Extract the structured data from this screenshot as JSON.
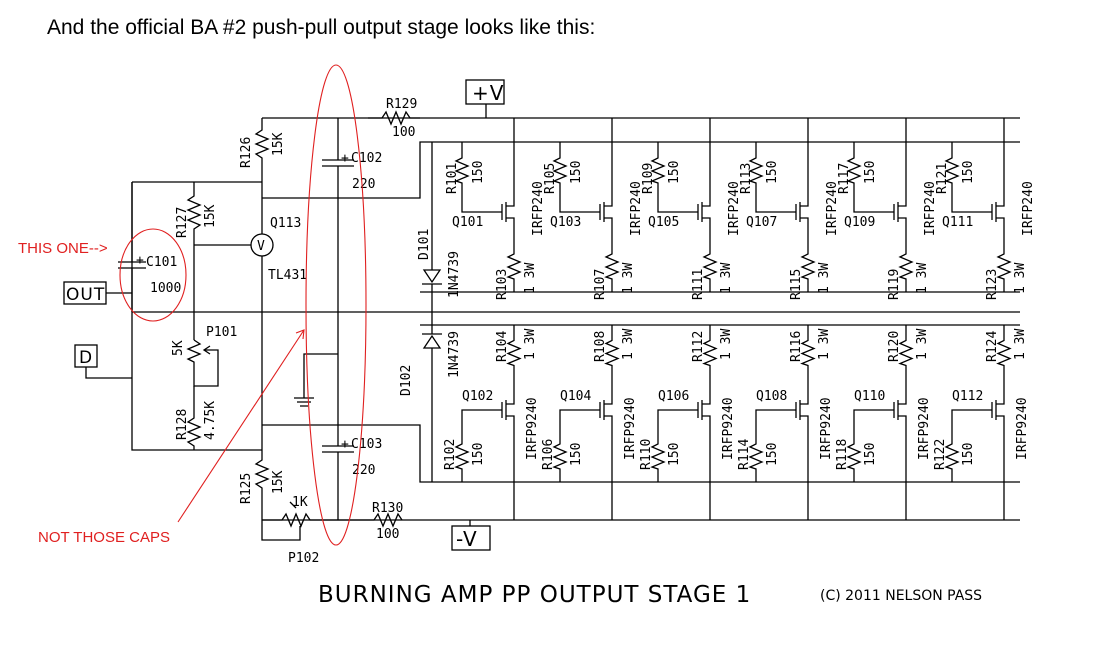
{
  "heading": "And the official BA #2 push-pull output stage looks like this:",
  "diagram": {
    "title": "BURNING AMP PP OUTPUT STAGE 1",
    "copyright": "(C) 2011 NELSON PASS",
    "annotations": {
      "this_one": "THIS ONE-->",
      "not_those": "NOT THOSE CAPS"
    },
    "ports": {
      "out": "OUT",
      "d": "D",
      "pos": "+V",
      "neg": "-V"
    },
    "parts": {
      "r129": "R129",
      "r129_val": "100",
      "r130": "R130",
      "r130_val": "100",
      "r126": "R126",
      "r126_val": "15K",
      "r125": "R125",
      "r125_val": "15K",
      "r127": "R127",
      "r127_val": "15K",
      "r128": "R128",
      "r128_val": "4.75K",
      "p101": "P101",
      "p101_val": "5K",
      "p102": "P102",
      "p102_val": "1K",
      "c101": "C101",
      "c101_val": "1000",
      "c102": "C102",
      "c102_val": "220",
      "c103": "C103",
      "c103_val": "220",
      "q113": "Q113",
      "tl431": "TL431",
      "d101": "D101",
      "d101_val": "1N4739",
      "d102": "D102",
      "d102_val": "1N4739",
      "plus": "+",
      "v_meter": "V"
    },
    "upper_stages": [
      {
        "gate_r": "R101",
        "gate_val": "150",
        "q": "Q101",
        "part": "IRFP240",
        "src_r": "R103",
        "src_val": "1 3W"
      },
      {
        "gate_r": "R105",
        "gate_val": "150",
        "q": "Q103",
        "part": "IRFP240",
        "src_r": "R107",
        "src_val": "1 3W"
      },
      {
        "gate_r": "R109",
        "gate_val": "150",
        "q": "Q105",
        "part": "IRFP240",
        "src_r": "R111",
        "src_val": "1 3W"
      },
      {
        "gate_r": "R113",
        "gate_val": "150",
        "q": "Q107",
        "part": "IRFP240",
        "src_r": "R115",
        "src_val": "1 3W"
      },
      {
        "gate_r": "R117",
        "gate_val": "150",
        "q": "Q109",
        "part": "IRFP240",
        "src_r": "R119",
        "src_val": "1 3W"
      },
      {
        "gate_r": "R121",
        "gate_val": "150",
        "q": "Q111",
        "part": "IRFP240",
        "src_r": "R123",
        "src_val": "1 3W"
      }
    ],
    "lower_stages": [
      {
        "src_r": "R104",
        "src_val": "1 3W",
        "q": "Q102",
        "part": "IRFP9240",
        "gate_r": "R102",
        "gate_val": "150"
      },
      {
        "src_r": "R108",
        "src_val": "1 3W",
        "q": "Q104",
        "part": "IRFP9240",
        "gate_r": "R106",
        "gate_val": "150"
      },
      {
        "src_r": "R112",
        "src_val": "1 3W",
        "q": "Q106",
        "part": "IRFP9240",
        "gate_r": "R110",
        "gate_val": "150"
      },
      {
        "src_r": "R116",
        "src_val": "1 3W",
        "q": "Q108",
        "part": "IRFP9240",
        "gate_r": "R114",
        "gate_val": "150"
      },
      {
        "src_r": "R120",
        "src_val": "1 3W",
        "q": "Q110",
        "part": "IRFP9240",
        "gate_r": "R118",
        "gate_val": "150"
      },
      {
        "src_r": "R124",
        "src_val": "1 3W",
        "q": "Q112",
        "part": "IRFP9240",
        "gate_r": "R122",
        "gate_val": "150"
      }
    ]
  }
}
